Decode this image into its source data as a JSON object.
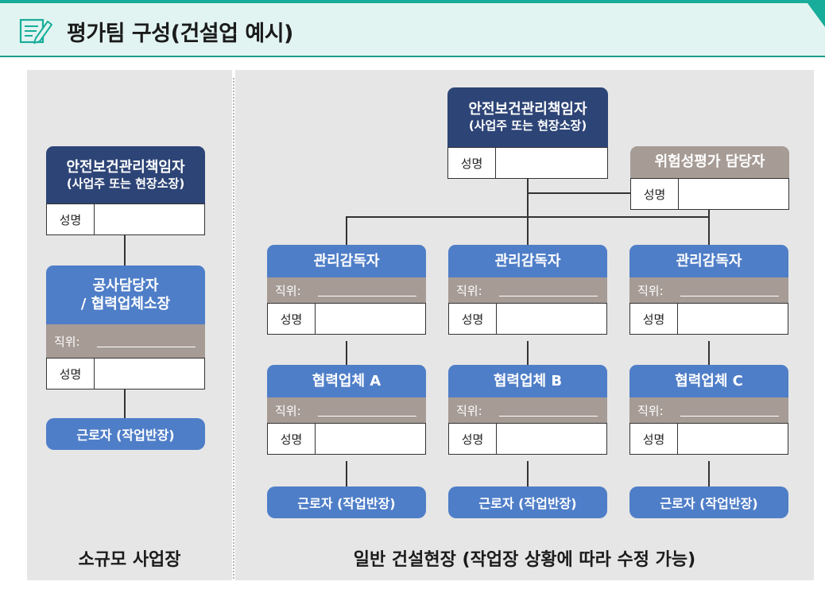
{
  "title": "평가팀 구성(건설업 예시)",
  "labels": {
    "name": "성명",
    "position": "직위:"
  },
  "small": {
    "caption": "소규모 사업장",
    "head_line1": "안전보건관리책임자",
    "head_line2": "(사업주 또는 현장소장)",
    "manager_line1": "공사담당자",
    "manager_line2": "/ 협력업체소장",
    "worker": "근로자 (작업반장)"
  },
  "general": {
    "caption": "일반 건설현장 (작업장 상황에 따라 수정 가능)",
    "head_line1": "안전보건관리책임자",
    "head_line2": "(사업주 또는 현장소장)",
    "risk": "위험성평가 담당자",
    "supervisor": "관리감독자",
    "partners": [
      "협력업체 A",
      "협력업체 B",
      "협력업체 C"
    ],
    "worker": "근로자 (작업반장)"
  },
  "colors": {
    "teal": "#18ad9a",
    "navy": "#2d4476",
    "blue": "#4f7ec8",
    "gray": "#a69b95",
    "panel": "#e6e6e6"
  }
}
